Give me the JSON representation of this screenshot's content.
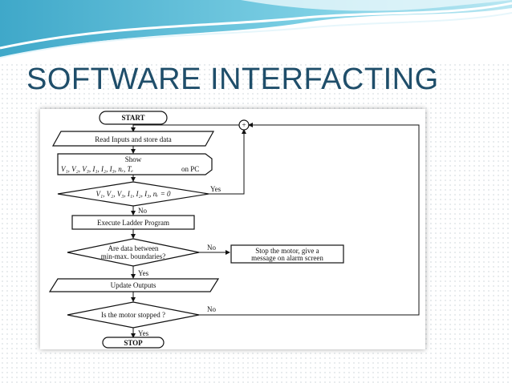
{
  "slide": {
    "title": "SOFTWARE INTERFACTING"
  },
  "flowchart": {
    "start": "START",
    "read_inputs": "Read Inputs and store data",
    "show_label": "Show",
    "show_vars": "V₁, V₂, V₃, I₁, I₂, I₃, nᵣ, Tₑ",
    "show_suffix": "on PC",
    "condition_vars": "V₁, V₂, V₃, I₁, I₂, I₃, nᵣ = 0",
    "condition_yes": "Yes",
    "condition_no": "No",
    "execute": "Execute Ladder Program",
    "data_check_line1": "Are data between",
    "data_check_line2": "min-max. boundaries?",
    "data_no": "No",
    "data_yes": "Yes",
    "stop_motor_line1": "Stop the motor, give a",
    "stop_motor_line2": "message on alarm screen",
    "update_outputs": "Update Outputs",
    "motor_stopped": "Is the motor stopped ?",
    "motor_no": "No",
    "motor_yes": "Yes",
    "stop": "STOP",
    "junction": "+"
  }
}
